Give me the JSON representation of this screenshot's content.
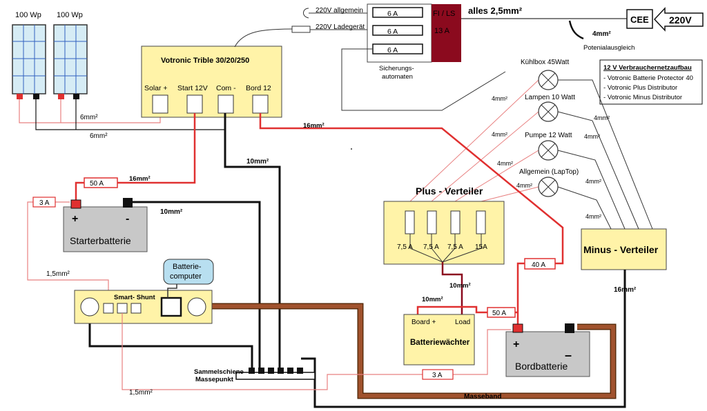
{
  "solar": {
    "panel_left": "100 Wp",
    "panel_right": "100 Wp"
  },
  "charger": {
    "title": "Votronic Trible 30/20/250",
    "terminals": [
      "Solar +",
      "Start 12V",
      "Com -",
      "Bord 12"
    ]
  },
  "mains": {
    "line_general": "220V allgemein",
    "line_charger": "220V Ladegerät",
    "breakers": [
      "6 A",
      "6 A",
      "6 A"
    ],
    "fi_label": "FI / LS",
    "fi_value": "13 A",
    "caption": "Sicherungs- automaten",
    "cable": "alles 2,5mm²",
    "cee": "CEE",
    "supply": "220V",
    "ground_cable": "4mm²",
    "ground_caption": "Potenialausgleich"
  },
  "notes": {
    "title": "12 V Verbrauchernetzaufbau",
    "items": [
      "- Votronic Batterie Protector 40",
      "- Votronic Plus Distributor",
      "- Votronic Minus Distributor"
    ]
  },
  "loads": [
    {
      "name": "Kühlbox 45Watt"
    },
    {
      "name": "Lampen 10 Watt"
    },
    {
      "name": "Pumpe 12 Watt"
    },
    {
      "name": "Allgemein (LapTop)"
    }
  ],
  "plus_distributor": {
    "title": "Plus - Verteiler",
    "fuses": [
      "7,5 A",
      "7,5 A",
      "7,5 A",
      "15A"
    ]
  },
  "minus_distributor": {
    "title": "Minus - Verteiler"
  },
  "starter_battery": {
    "label": "Starterbatterie",
    "plus": "+",
    "minus": "-"
  },
  "board_battery": {
    "label": "Bordbatterie",
    "plus": "+",
    "minus": "–"
  },
  "shunt": {
    "label": "Smart- Shunt"
  },
  "battery_computer": {
    "label": "Batterie- computer"
  },
  "monitor": {
    "title": "Batteriewächter",
    "port_plus": "Board +",
    "port_load": "Load"
  },
  "busbar": {
    "label": "Sammelschiene Massepunkt"
  },
  "fuses": {
    "starter_50": "50 A",
    "board_50": "50 A",
    "board_40": "40 A",
    "small_3a_top": "3 A",
    "small_3a_bottom": "3 A"
  },
  "cables": {
    "solar_6_a": "6mm²",
    "solar_6_b": "6mm²",
    "start_16": "16mm²",
    "bord_16": "16mm²",
    "com_10": "10mm²",
    "starter_minus_10": "10mm²",
    "sense_15_a": "1,5mm²",
    "sense_15_b": "1,5mm²",
    "dist_10": "10mm²",
    "monitor_10": "10mm²",
    "load_4mm": "4mm²",
    "ret_4mm": "4mm²",
    "minus_16": "16mm²",
    "ground_strap": "Masseband"
  },
  "colors": {
    "positive": "#e03030",
    "negative": "#111111",
    "thin_positive": "#e88080",
    "ground_strap": "#a0522d",
    "fi_box": "#8b0a1e",
    "device_fill": "#fff3a8",
    "battery_fill": "#c8c8c8",
    "panel_fill": "#d6ecf5",
    "computer_fill": "#b8dff0"
  }
}
